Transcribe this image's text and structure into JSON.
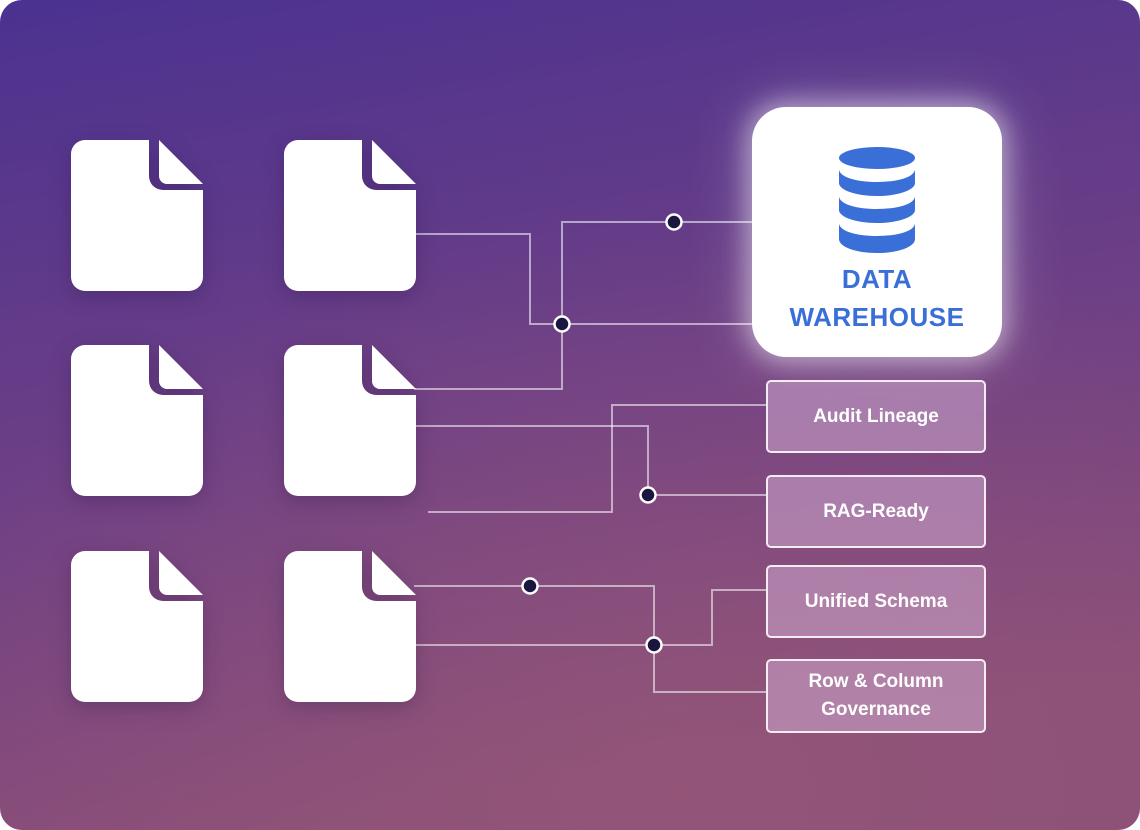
{
  "warehouse": {
    "title_line1": "DATA",
    "title_line2": "WAREHOUSE",
    "icon": "database-icon",
    "title_color": "#3a6fd8"
  },
  "documents": {
    "icon": "document-icon",
    "count": 6
  },
  "features": [
    {
      "line1": "Audit Lineage"
    },
    {
      "line1": "RAG-Ready"
    },
    {
      "line1": "Unified Schema"
    },
    {
      "line1": "Row & Column",
      "line2": "Governance"
    }
  ],
  "colors": {
    "background_top": "#4b3290",
    "background_bottom": "#8a4e78",
    "connector_dot": "#1a1640",
    "feature_fill": "#cea8cd"
  }
}
